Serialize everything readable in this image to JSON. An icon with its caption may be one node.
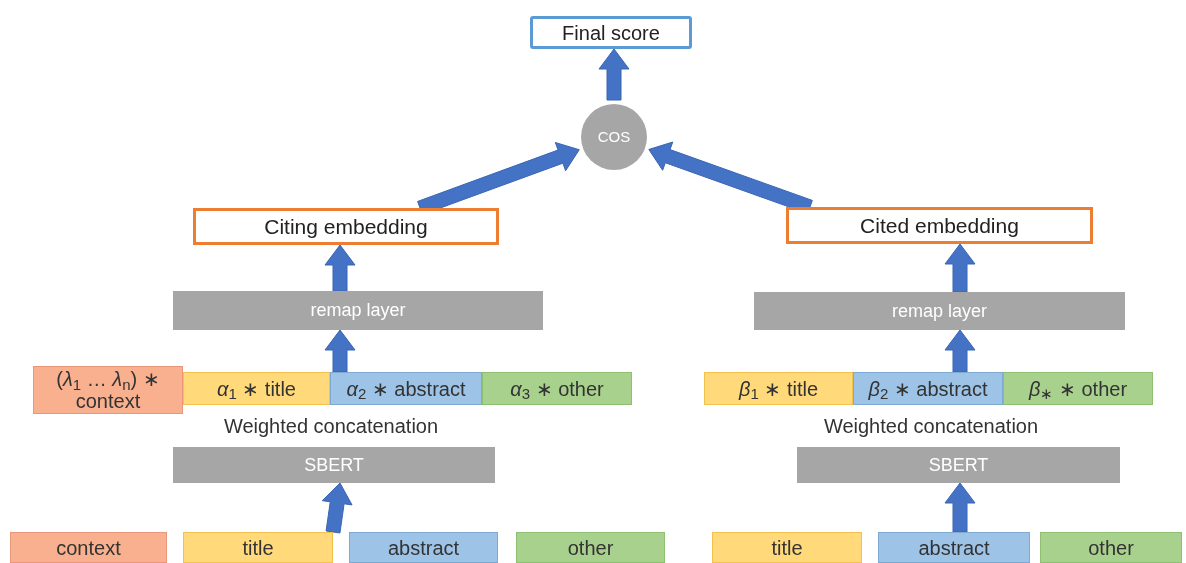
{
  "diagram": {
    "nodes": [
      {
        "text": [
          "Final score"
        ]
      },
      {
        "text": [
          "COS"
        ]
      },
      {
        "text": [
          "Citing embedding"
        ]
      },
      {
        "text": [
          "Cited embedding"
        ]
      },
      {
        "text": [
          "remap layer"
        ]
      },
      {
        "text": [
          "remap layer"
        ]
      },
      {
        "text": [
          "(*λ*$_{1}$ … *λ*$_{n}$) ∗ context"
        ]
      },
      {
        "text": [
          "*α*$_{1}$ ∗ title"
        ]
      },
      {
        "text": [
          "*α*$_{2}$ ∗ abstract"
        ]
      },
      {
        "text": [
          "*α*$_{3}$ ∗ other"
        ]
      },
      {
        "text": [
          "*β*$_{1}$ ∗ title"
        ]
      },
      {
        "text": [
          "*β*$_{2}$ ∗ abstract"
        ]
      },
      {
        "text": [
          "*β*$_{∗}$ ∗ other"
        ]
      },
      {
        "text": [
          "SBERT"
        ]
      },
      {
        "text": [
          "SBERT"
        ]
      },
      {
        "text": [
          "context"
        ]
      },
      {
        "text": [
          "title"
        ]
      },
      {
        "text": [
          "abstract"
        ]
      },
      {
        "text": [
          "other"
        ]
      },
      {
        "text": [
          "title"
        ]
      },
      {
        "text": [
          "abstract"
        ]
      },
      {
        "text": [
          "other"
        ]
      }
    ],
    "edges": [
      {
        "from": 1,
        "to": 0,
        "arrow": "to"
      },
      {
        "from": 2,
        "to": 1,
        "arrow": "to"
      },
      {
        "from": 3,
        "to": 1,
        "arrow": "to"
      },
      {
        "from": 4,
        "to": 2,
        "arrow": "to"
      },
      {
        "from": 5,
        "to": 3,
        "arrow": "to"
      },
      {
        "from": 8,
        "to": 4,
        "arrow": "to"
      },
      {
        "from": 11,
        "to": 5,
        "arrow": "to"
      },
      {
        "from": 16,
        "to": 13,
        "arrow": "to"
      },
      {
        "from": 20,
        "to": 14,
        "arrow": "to"
      }
    ],
    "labels": [
      "Weighted concatenation",
      "Weighted concatenation"
    ]
  }
}
